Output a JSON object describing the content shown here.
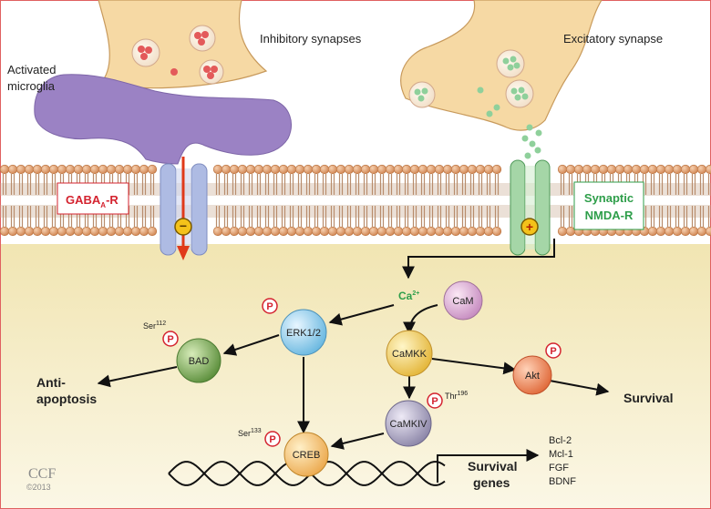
{
  "labels": {
    "inhibitory": "Inhibitory synapses",
    "excitatory": "Excitatory synapse",
    "microglia_line1": "Activated",
    "microglia_line2": "microglia",
    "gaba_main": "GABA",
    "gaba_sub": "A",
    "gaba_suffix": "-R",
    "nmda_line1": "Synaptic",
    "nmda_line2": "NMDA-R",
    "ca_main": "Ca",
    "ca_sup": "2+",
    "anti_line1": "Anti-",
    "anti_line2": "apoptosis",
    "survival": "Survival",
    "survival_genes_line1": "Survival",
    "survival_genes_line2": "genes",
    "ser112_main": "Ser",
    "ser112_sup": "112",
    "ser133_main": "Ser",
    "ser133_sup": "133",
    "thr196_main": "Thr",
    "thr196_sup": "196",
    "ccf": "CCF",
    "copyright": "©2013"
  },
  "nodes": {
    "cam": "CaM",
    "erk": "ERK1/2",
    "bad": "BAD",
    "camkk": "CaMKK",
    "akt": "Akt",
    "camkiv": "CaMKIV",
    "creb": "CREB"
  },
  "phospho_label": "P",
  "gene_list": [
    "Bcl-2",
    "Mcl-1",
    "FGF",
    "BDNF"
  ],
  "channel_signs": {
    "inhibitory": "−",
    "excitatory": "+"
  },
  "colors": {
    "membrane_head": "#e8a878",
    "cytoplasm": "#f5ecc4",
    "terminal": "#f6d9a4",
    "microglia": "#9b82c4",
    "gaba_channel": "#aebbe3",
    "nmda_channel": "#a5d6a7",
    "phospho_red": "#d4232f",
    "nmda_green": "#2e9e4a"
  }
}
